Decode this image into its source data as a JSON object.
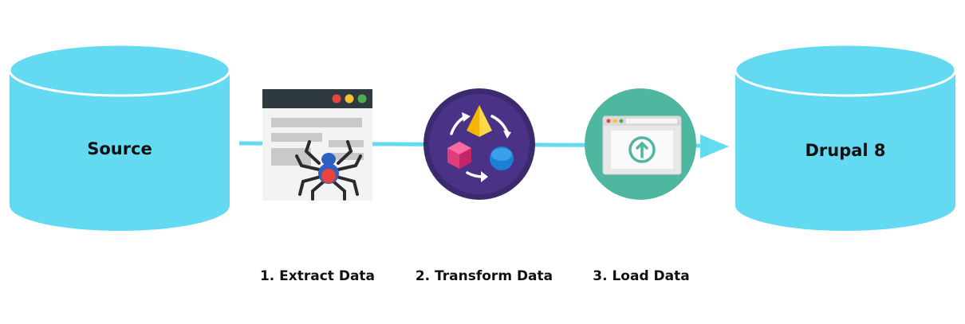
{
  "nodes": {
    "source": {
      "label": "Source"
    },
    "target": {
      "label": "Drupal 8"
    }
  },
  "steps": [
    {
      "label": "1. Extract Data",
      "icon": "spider-crawler-browser-icon"
    },
    {
      "label": "2. Transform Data",
      "icon": "transform-shapes-icon"
    },
    {
      "label": "3. Load Data",
      "icon": "upload-browser-icon"
    }
  ],
  "colors": {
    "database": "#64d9f2",
    "arrow": "#64d9f2",
    "transform_circle": "#3b2a6e",
    "load_circle": "#4fb7a0"
  }
}
